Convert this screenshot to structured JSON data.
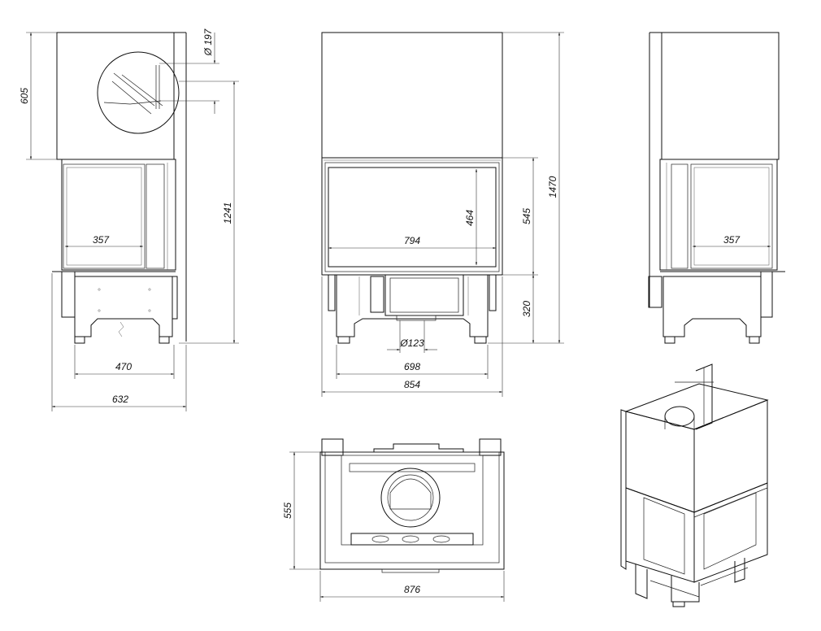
{
  "dimensions": {
    "left_top_height": "605",
    "left_flue_diameter": "Ø 197",
    "left_total_height": "1241",
    "left_glass_width": "357",
    "left_base_width": "470",
    "left_overall_width": "632",
    "front_glass_width": "794",
    "front_glass_height": "464",
    "front_door_height": "545",
    "front_total_height": "1470",
    "front_base_height": "320",
    "front_air_diameter": "Ø123",
    "front_leg_span": "698",
    "front_overall_width": "854",
    "right_glass_width": "357",
    "top_depth": "555",
    "top_width": "876"
  },
  "colors": {
    "line": "#111111",
    "background": "#ffffff"
  }
}
